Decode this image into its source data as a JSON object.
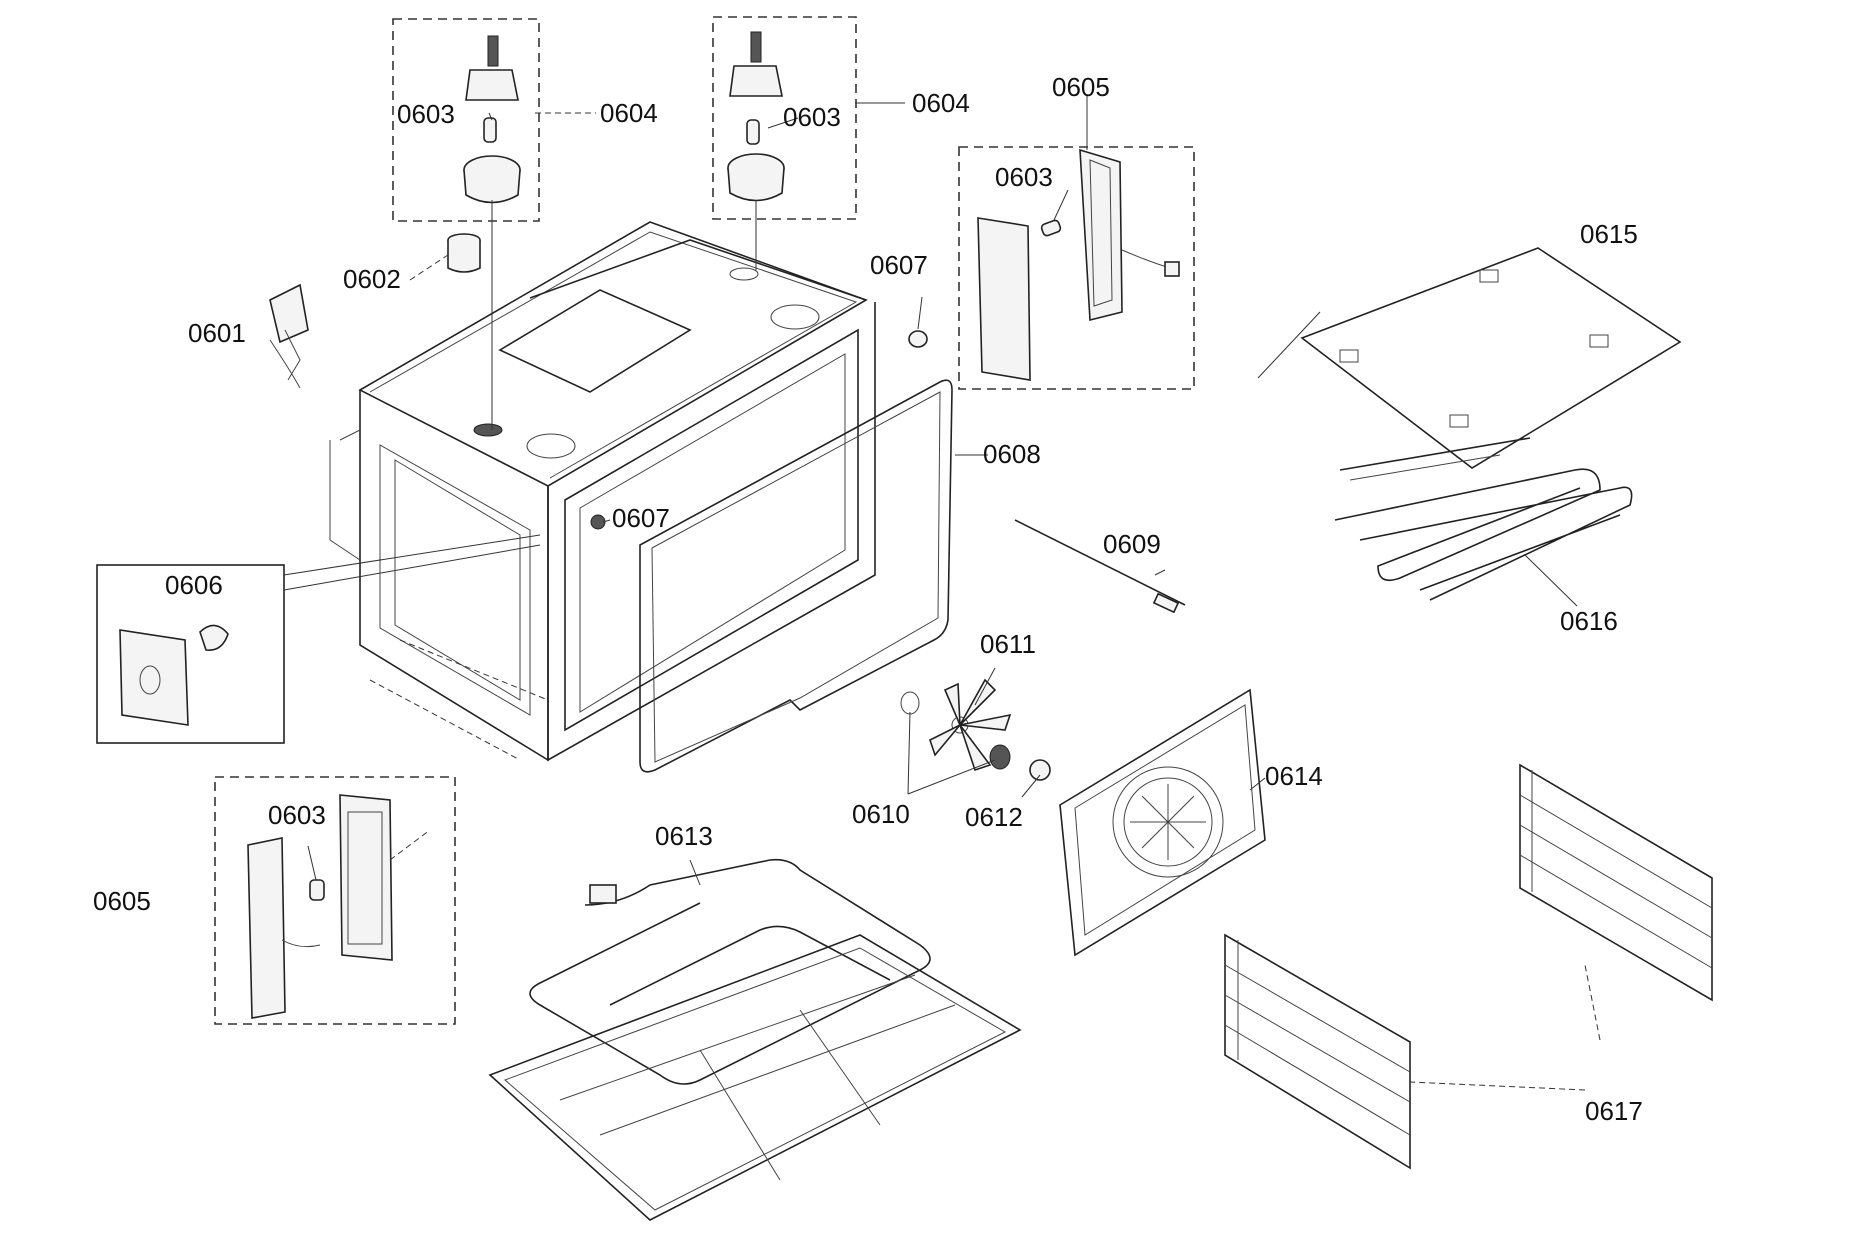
{
  "labels": {
    "p0601": "0601",
    "p0602": "0602",
    "p0603_a": "0603",
    "p0604_a": "0604",
    "p0603_b": "0603",
    "p0604_b": "0604",
    "p0605_top": "0605",
    "p0603_c": "0603",
    "p0607_a": "0607",
    "p0615": "0615",
    "p0608": "0608",
    "p0607_b": "0607",
    "p0609": "0609",
    "p0606": "0606",
    "p0616": "0616",
    "p0611": "0611",
    "p0614": "0614",
    "p0603_d": "0603",
    "p0610": "0610",
    "p0612": "0612",
    "p0613": "0613",
    "p0605_bottom": "0605",
    "p0617": "0617"
  }
}
